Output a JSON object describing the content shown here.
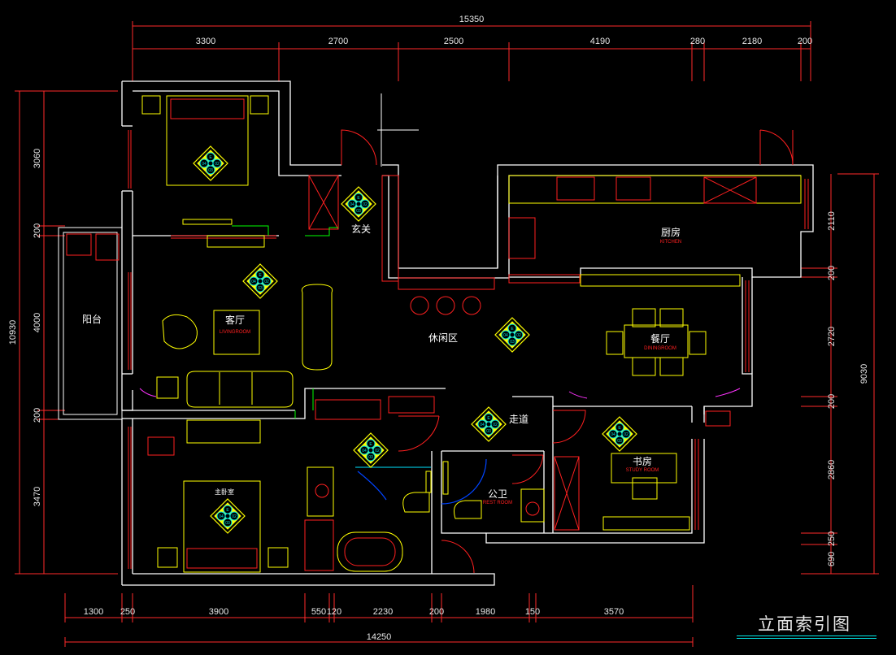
{
  "drawing_title": "立面索引图",
  "dimensions": {
    "top_total": "15350",
    "top": [
      "3300",
      "2700",
      "2500",
      "4190",
      "280",
      "2180",
      "200"
    ],
    "bottom_total": "14250",
    "bottom": [
      "1300",
      "250",
      "3900",
      "550",
      "120",
      "2230",
      "200",
      "1980",
      "150",
      "3570"
    ],
    "left_total": "10930",
    "left": [
      "3060",
      "200",
      "4000",
      "200",
      "3470"
    ],
    "right_total": "9030",
    "right": [
      "2110",
      "200",
      "2720",
      "200",
      "2860",
      "250",
      "690"
    ]
  },
  "rooms": {
    "balcony": "阳台",
    "living": "客厅",
    "living_en": "LIVINGROOM",
    "foyer": "玄关",
    "leisure": "休闲区",
    "kitchen": "厨房",
    "kitchen_en": "KITCHEN",
    "dining": "餐厅",
    "dining_en": "DININGROOM",
    "corridor": "走道",
    "study": "书房",
    "study_en": "STUDY ROOM",
    "bathroom": "公卫",
    "bathroom_en": "REST ROOM",
    "master": "主卧室"
  },
  "index_tags": [
    "E",
    "02",
    "03",
    "04"
  ],
  "colors": {
    "wall": "#ffffff",
    "dimension": "#ff2a2a",
    "furniture": "#ffff00",
    "fixture": "#ff2020",
    "door": "#ff2020",
    "symbol": "#ffff00",
    "accent": "#00e5e5"
  }
}
